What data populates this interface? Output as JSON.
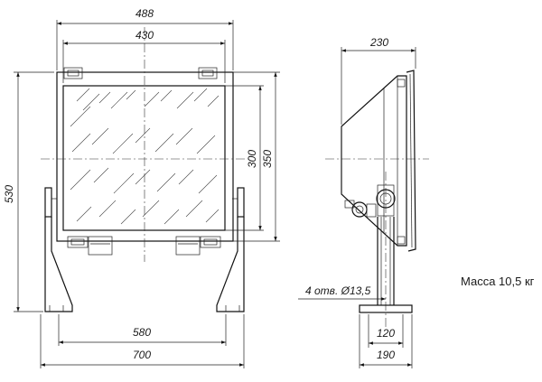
{
  "front_view": {
    "dims": {
      "overall_width": "488",
      "frame_width": "430",
      "height": "530",
      "glass_height": "300",
      "frame_height": "350",
      "base_inner": "580",
      "base_outer": "700"
    }
  },
  "side_view": {
    "dims": {
      "depth": "230",
      "base_inner": "120",
      "base_outer": "190"
    },
    "holes_note": "4 отв. Ø13,5"
  },
  "mass_label": "Масса 10,5 кг"
}
